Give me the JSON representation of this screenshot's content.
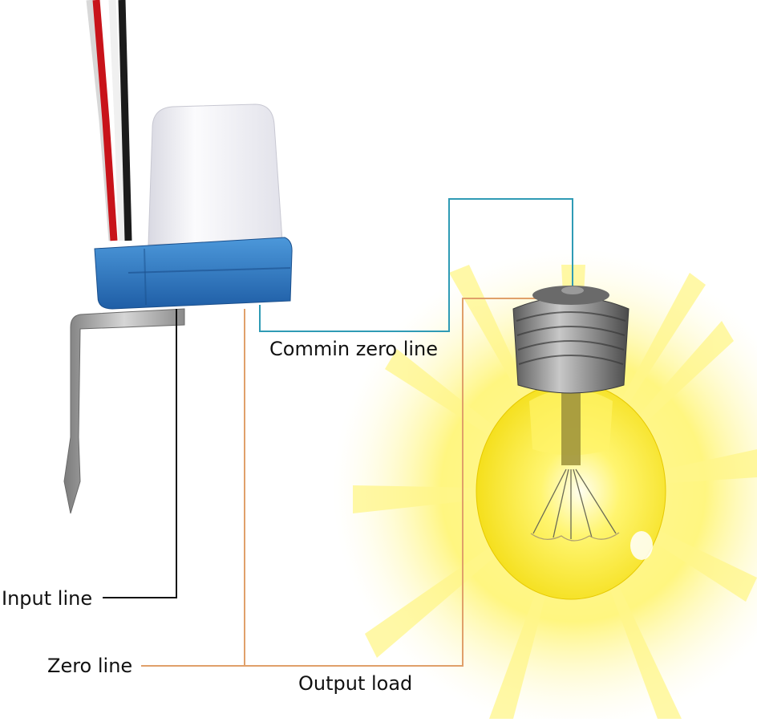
{
  "labels": {
    "common_zero": "Commin zero line",
    "input": "Input line",
    "zero": "Zero line",
    "output": "Output load"
  },
  "colors": {
    "common_zero_wire": "#2f9bb5",
    "neutral_wire": "#e0a06a",
    "input_wire": "#111111",
    "sensor_base": "#2f78c4",
    "sensor_dome": "#f2f2f6",
    "bulb_glass": "#fff13a",
    "glow": "#fff58a"
  }
}
